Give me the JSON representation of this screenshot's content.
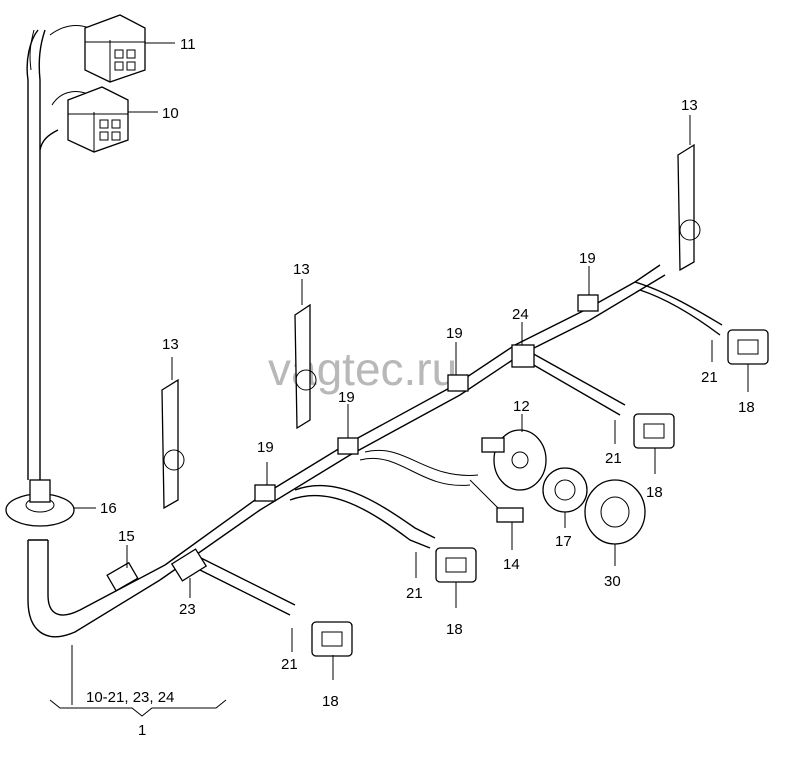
{
  "watermark": "vagtec.ru",
  "callouts": [
    {
      "id": "c11",
      "text": "11"
    },
    {
      "id": "c10",
      "text": "10"
    },
    {
      "id": "c13a",
      "text": "13"
    },
    {
      "id": "c13b",
      "text": "13"
    },
    {
      "id": "c13c",
      "text": "13"
    },
    {
      "id": "c19a",
      "text": "19"
    },
    {
      "id": "c19b",
      "text": "19"
    },
    {
      "id": "c19c",
      "text": "19"
    },
    {
      "id": "c19d",
      "text": "19"
    },
    {
      "id": "c24",
      "text": "24"
    },
    {
      "id": "c12",
      "text": "12"
    },
    {
      "id": "c16",
      "text": "16"
    },
    {
      "id": "c15",
      "text": "15"
    },
    {
      "id": "c23",
      "text": "23"
    },
    {
      "id": "c21a",
      "text": "21"
    },
    {
      "id": "c21b",
      "text": "21"
    },
    {
      "id": "c21c",
      "text": "21"
    },
    {
      "id": "c21d",
      "text": "21"
    },
    {
      "id": "c18a",
      "text": "18"
    },
    {
      "id": "c18b",
      "text": "18"
    },
    {
      "id": "c18c",
      "text": "18"
    },
    {
      "id": "c18d",
      "text": "18"
    },
    {
      "id": "c17",
      "text": "17"
    },
    {
      "id": "c14",
      "text": "14"
    },
    {
      "id": "c30",
      "text": "30"
    }
  ],
  "assembly": {
    "range_label": "10-21, 23, 24",
    "number": "1"
  }
}
